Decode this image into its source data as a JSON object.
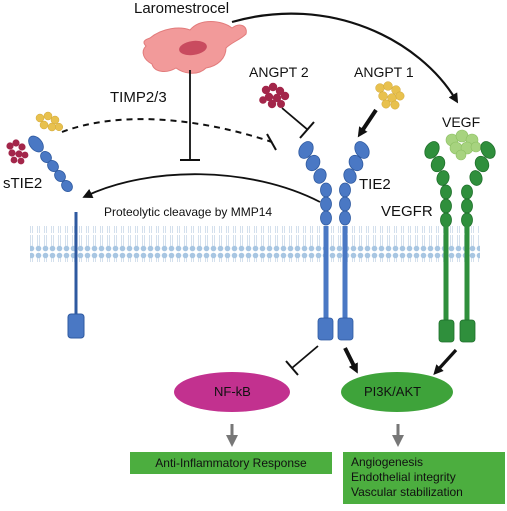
{
  "labels": {
    "laromestrocel": "Laromestrocel",
    "timp": "TIMP2/3",
    "angpt2": "ANGPT 2",
    "angpt1": "ANGPT 1",
    "vegf": "VEGF",
    "stie2": "sTIE2",
    "tie2": "TIE2",
    "vegfr": "VEGFR",
    "cleavage": "Proteolytic cleavage by MMP14",
    "nfkb": "NF-kB",
    "pi3k": "PI3K/AKT"
  },
  "outcomes": {
    "anti_inflammatory": "Anti-Inflammatory Response",
    "vascular": [
      "Angiogenesis",
      "Endothelial integrity",
      "Vascular stabilization"
    ]
  },
  "colors": {
    "tie2_blue": "#4a78c4",
    "vegfr_green": "#2f8f3c",
    "nfkb_magenta": "#c2318f",
    "pi3k_green": "#3ea33a",
    "box_green": "#4cae3f",
    "cell_pink": "#ee8b8b",
    "angpt2_red": "#a3264a",
    "angpt1_yellow": "#e8c14e",
    "vegf_green": "#a7d37f"
  }
}
